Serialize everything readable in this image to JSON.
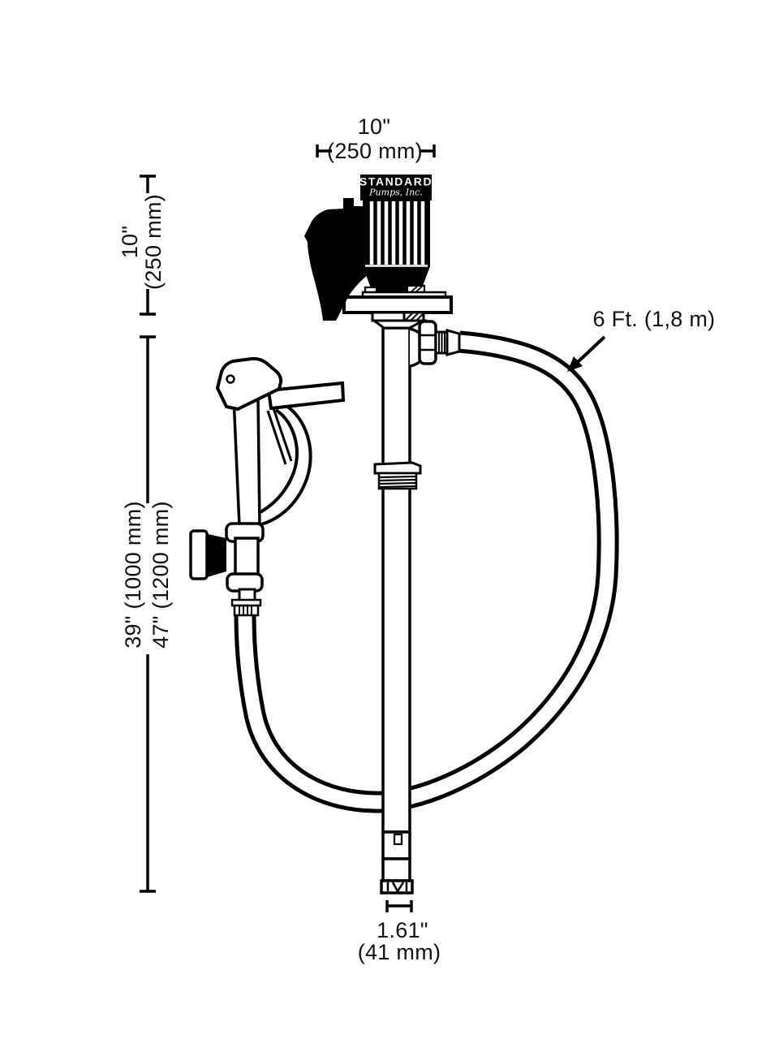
{
  "labels": {
    "top_width": {
      "inches": "10\"",
      "metric": "(250 mm)"
    },
    "motor_height": {
      "inches": "10\"",
      "metric": "(250 mm)"
    },
    "tube_length_39": "39\" (1000 mm)",
    "tube_length_47": "47\" (1200 mm)",
    "hose_length": "6 Ft. (1,8 m)",
    "tube_diameter": {
      "inches": "1.61\"",
      "metric": "(41 mm)"
    },
    "motor": {
      "brand": "STANDARD",
      "brand_sub": "Pumps, Inc."
    }
  },
  "colors": {
    "line": "#000000",
    "background": "#ffffff",
    "motor_fill": "#000000"
  }
}
